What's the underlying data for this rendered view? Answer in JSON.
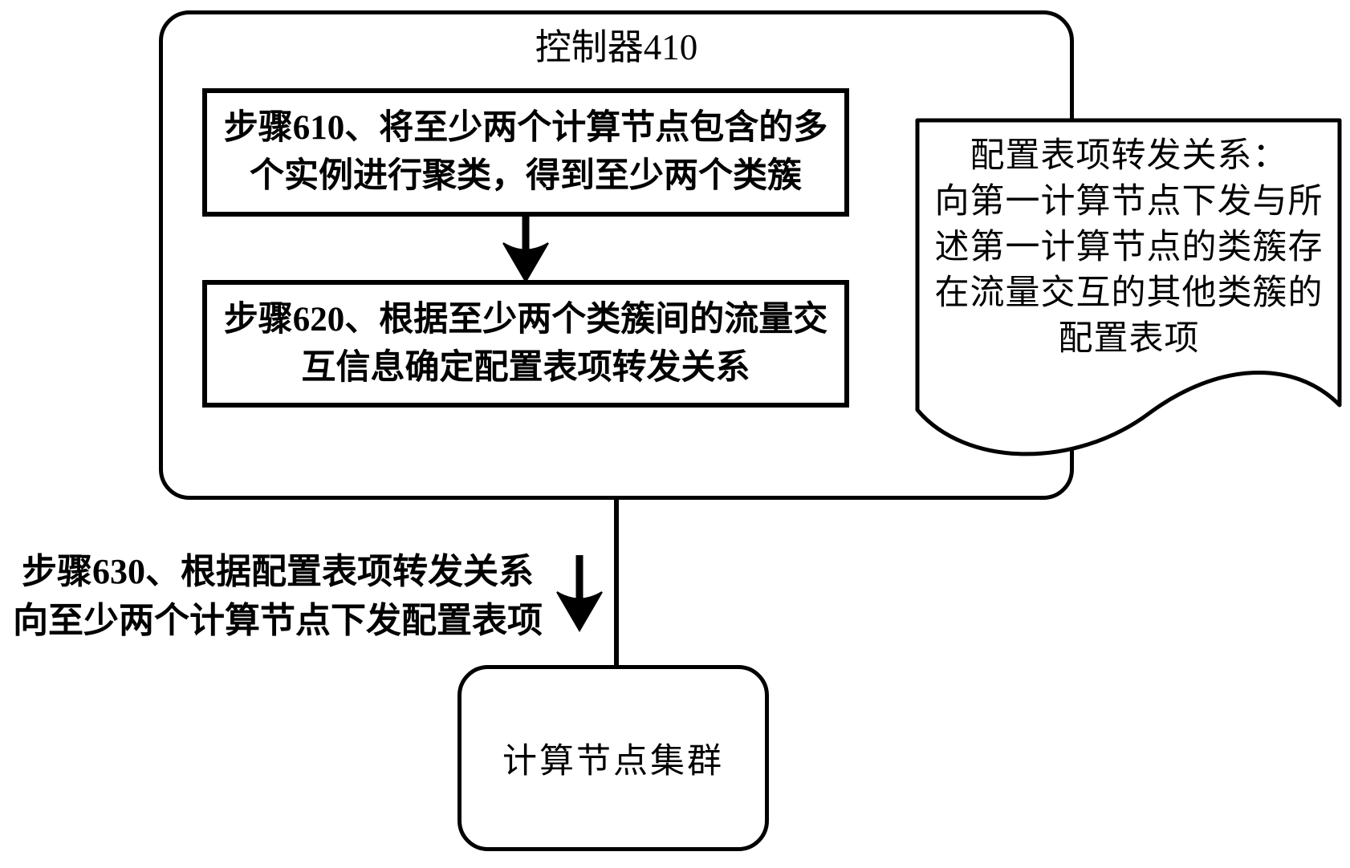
{
  "diagram": {
    "background": "#ffffff",
    "line_color": "#000000",
    "controller": {
      "title": "控制器410",
      "step610": "步骤610、将至少两个计算节点包含的多\n个实例进行聚类，得到至少两个类簇",
      "step620": "步骤620、根据至少两个类簇间的流量交\n互信息确定配置表项转发关系"
    },
    "note": "配置表项转发关系：\n向第一计算节点下发与所\n述第一计算节点的类簇存\n在流量交互的其他类簇的\n配置表项",
    "step630_label": "步骤630、根据配置表项转发关系\n向至少两个计算节点下发配置表项",
    "cluster": "计算节点集群"
  }
}
